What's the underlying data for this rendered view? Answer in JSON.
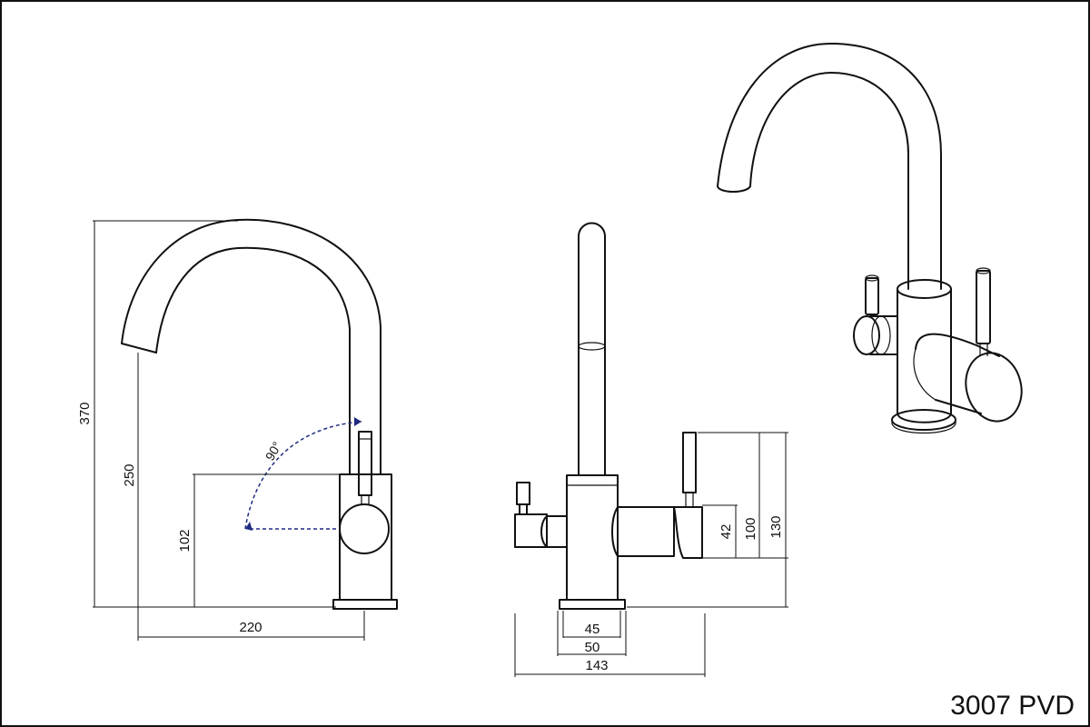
{
  "model_label": "3007 PVD",
  "side_view": {
    "height_total": "370",
    "height_spout": "250",
    "height_lever": "102",
    "reach": "220",
    "lever_angle": "90°"
  },
  "front_view": {
    "base_inner": "45",
    "base_outer": "50",
    "width_total": "143",
    "height_filter_handle": "42",
    "height_body": "100",
    "height_lever": "130"
  }
}
